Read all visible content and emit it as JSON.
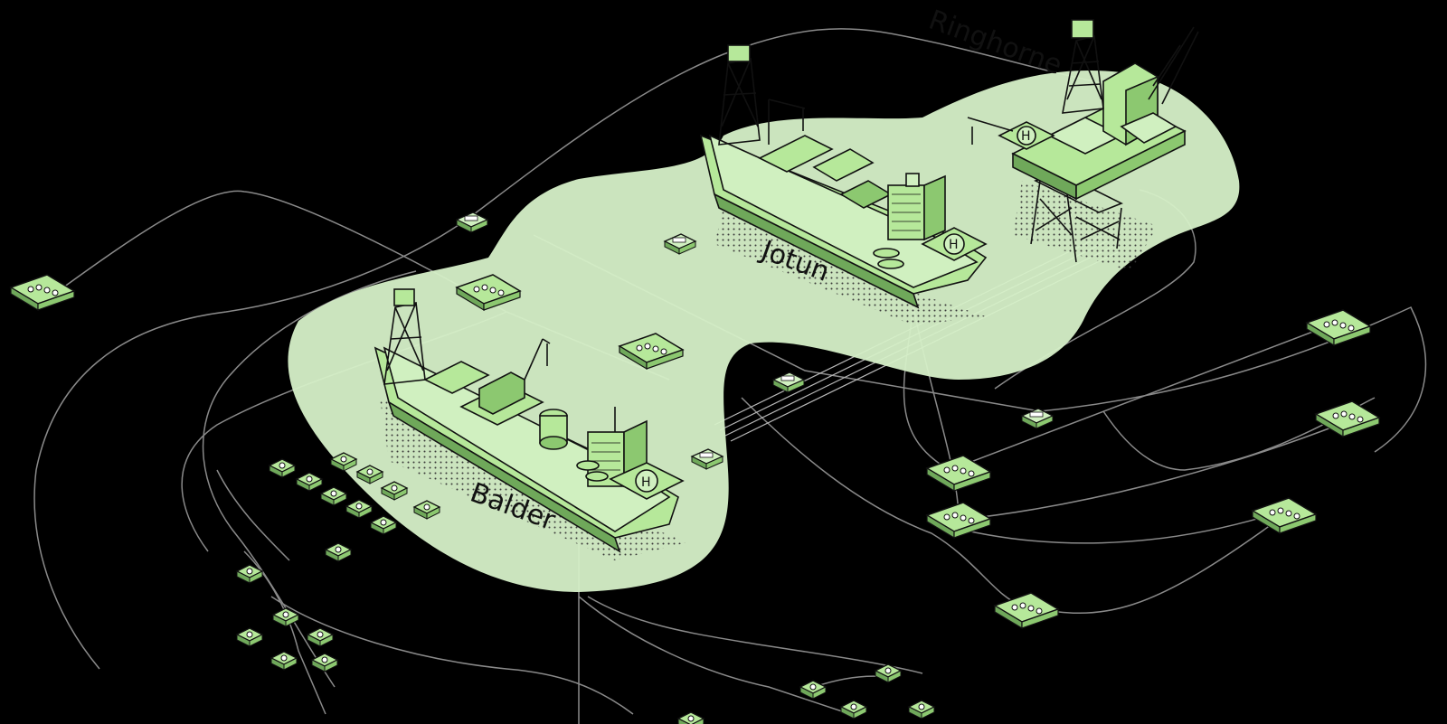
{
  "colors": {
    "background": "#000000",
    "zone": "#d6f0c8",
    "module_fill": "#b6e89a",
    "module_dark": "#6fa85a",
    "outline": "#111111",
    "flowline": "#8a8a8a"
  },
  "facilities": [
    {
      "id": "ringhorne",
      "label": "Ringhorne",
      "type": "platform"
    },
    {
      "id": "jotun",
      "label": "Jotun",
      "type": "fpso"
    },
    {
      "id": "balder",
      "label": "Balder",
      "type": "fpso"
    }
  ],
  "icons": [
    "subsea-template-icon",
    "wellhead-icon",
    "platform-icon",
    "fpso-ship-icon",
    "helideck-icon"
  ]
}
